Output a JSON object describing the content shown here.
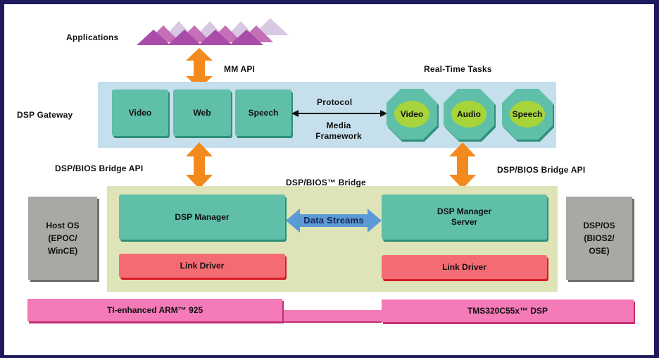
{
  "diagram": {
    "applications_label": "Applications",
    "mm_api_label": "MM API",
    "real_time_tasks_label": "Real-Time Tasks",
    "dsp_gateway_label": "DSP Gateway",
    "gateway_boxes": [
      "Video",
      "Web",
      "Speech"
    ],
    "protocol_label": "Protocol",
    "media_framework_label_1": "Media",
    "media_framework_label_2": "Framework",
    "realtime_tasks": [
      "Video",
      "Audio",
      "Speech"
    ],
    "bridge_api_left_label": "DSP/BIOS Bridge API",
    "bridge_api_right_label": "DSP/BIOS Bridge API",
    "bridge_title": "DSP/BIOS™ Bridge",
    "dsp_manager_label": "DSP Manager",
    "dsp_manager_server_label_1": "DSP Manager",
    "dsp_manager_server_label_2": "Server",
    "data_streams_label": "Data Streams",
    "link_driver_left_label": "Link Driver",
    "link_driver_right_label": "Link Driver",
    "host_os_lines": [
      "Host OS",
      "(EPOC/",
      "WinCE)"
    ],
    "dsp_os_lines": [
      "DSP/OS",
      "(BIOS2/",
      "OSE)"
    ],
    "arm_label": "TI-enhanced ARM™ 925",
    "dsp_label": "TMS320C55x™ DSP"
  },
  "colors": {
    "frame": "#1e1a5c",
    "gateway_panel": "#c5dfec",
    "bridge_panel": "#dfe4b8",
    "teal": "#5fbfa8",
    "link_driver": "#f56b74",
    "os_box": "#a8a8a4",
    "processor": "#f47ab8",
    "api_arrow": "#f28a1e",
    "data_stream_arrow": "#5b9bd5",
    "task_blob": "#a6d43a"
  }
}
